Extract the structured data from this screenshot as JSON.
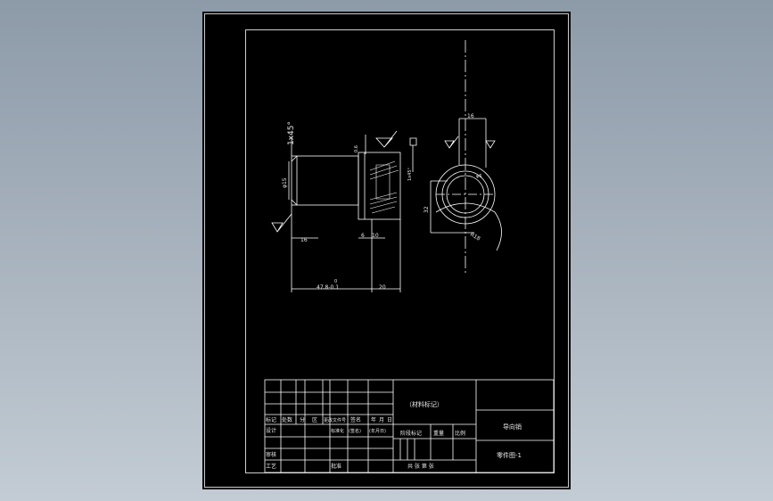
{
  "colors": {
    "background": "#000000",
    "line": "#ffffff",
    "viewport_top": "#8d9aa8",
    "viewport_bottom": "#c3ccd4"
  },
  "dimensions": {
    "chamfer_big": "1x45°",
    "diameter_left": "φ15",
    "dim_16": "16",
    "dim_length": "47.8-0.1",
    "dim_tol_upper": "0",
    "dim_20": "20",
    "dim_6": "6",
    "dim_10": "10",
    "dim_0_6": "0.6",
    "chamfer_small": "1x45°",
    "dim_top_16": "16",
    "dim_32": "32",
    "dim_phi6": "φ6",
    "dim_r18": "R18"
  },
  "title_block": {
    "material_mark": "（材料标记）",
    "part_name": "导向销",
    "drawing_no": "零件图-1",
    "header_cells": [
      "标记",
      "处数",
      "分",
      "区",
      "更改文件号",
      "签名",
      "年",
      "月",
      "日"
    ],
    "row_design": "设计",
    "row_standardize": "标准化",
    "row_sign": "(签名)",
    "row_date": "(年月日)",
    "row_stage_mark": "阶段标记",
    "row_weight": "重量",
    "row_scale": "比例",
    "row_review": "审核",
    "row_process": "工艺",
    "row_approve": "批准",
    "row_sheets": "共  张  第  张"
  }
}
